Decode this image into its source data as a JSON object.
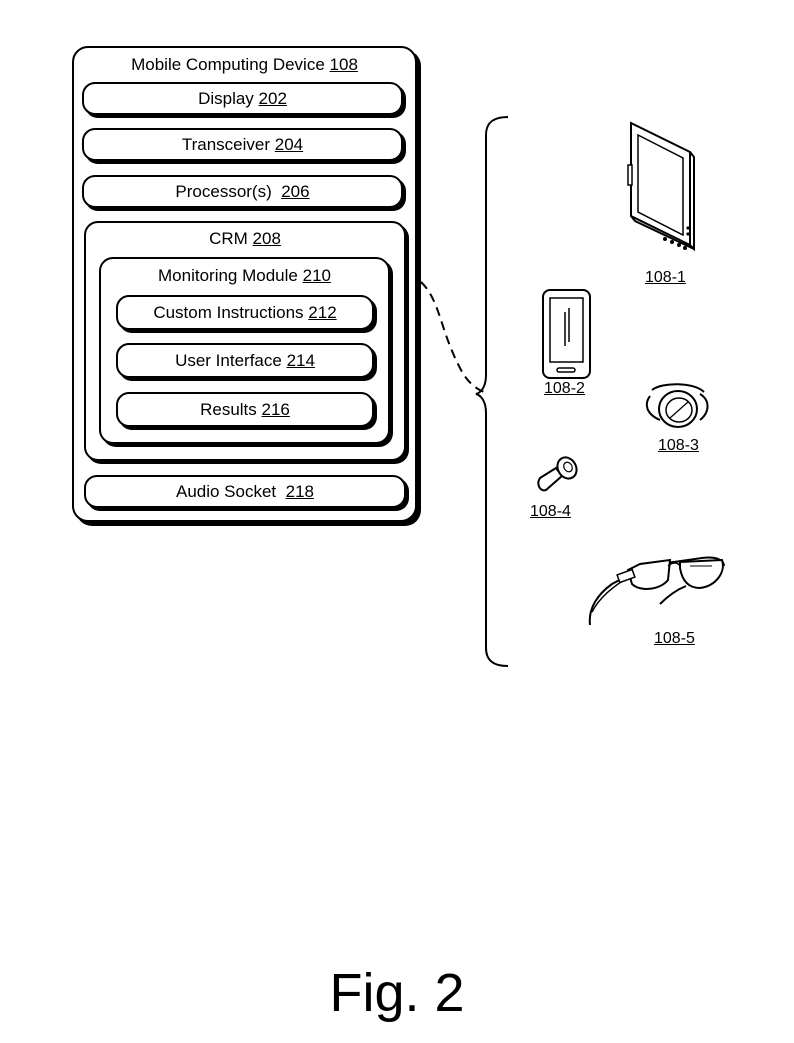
{
  "device": {
    "title": "Mobile Computing Device",
    "ref": "108"
  },
  "display": {
    "label": "Display",
    "ref": "202"
  },
  "transceiver": {
    "label": "Transceiver",
    "ref": "204"
  },
  "processors": {
    "label": "Processor(s)",
    "ref": "206"
  },
  "crm": {
    "label": "CRM",
    "ref": "208"
  },
  "monitoring": {
    "label": "Monitoring Module",
    "ref": "210"
  },
  "custom": {
    "label": "Custom Instructions",
    "ref": "212"
  },
  "ui": {
    "label": "User Interface",
    "ref": "214"
  },
  "results": {
    "label": "Results",
    "ref": "216"
  },
  "audio": {
    "label": "Audio Socket",
    "ref": "218"
  },
  "devices": {
    "tablet": "108-1",
    "phone": "108-2",
    "watch": "108-3",
    "earpiece": "108-4",
    "glasses": "108-5"
  },
  "figure_label": "Fig. 2"
}
